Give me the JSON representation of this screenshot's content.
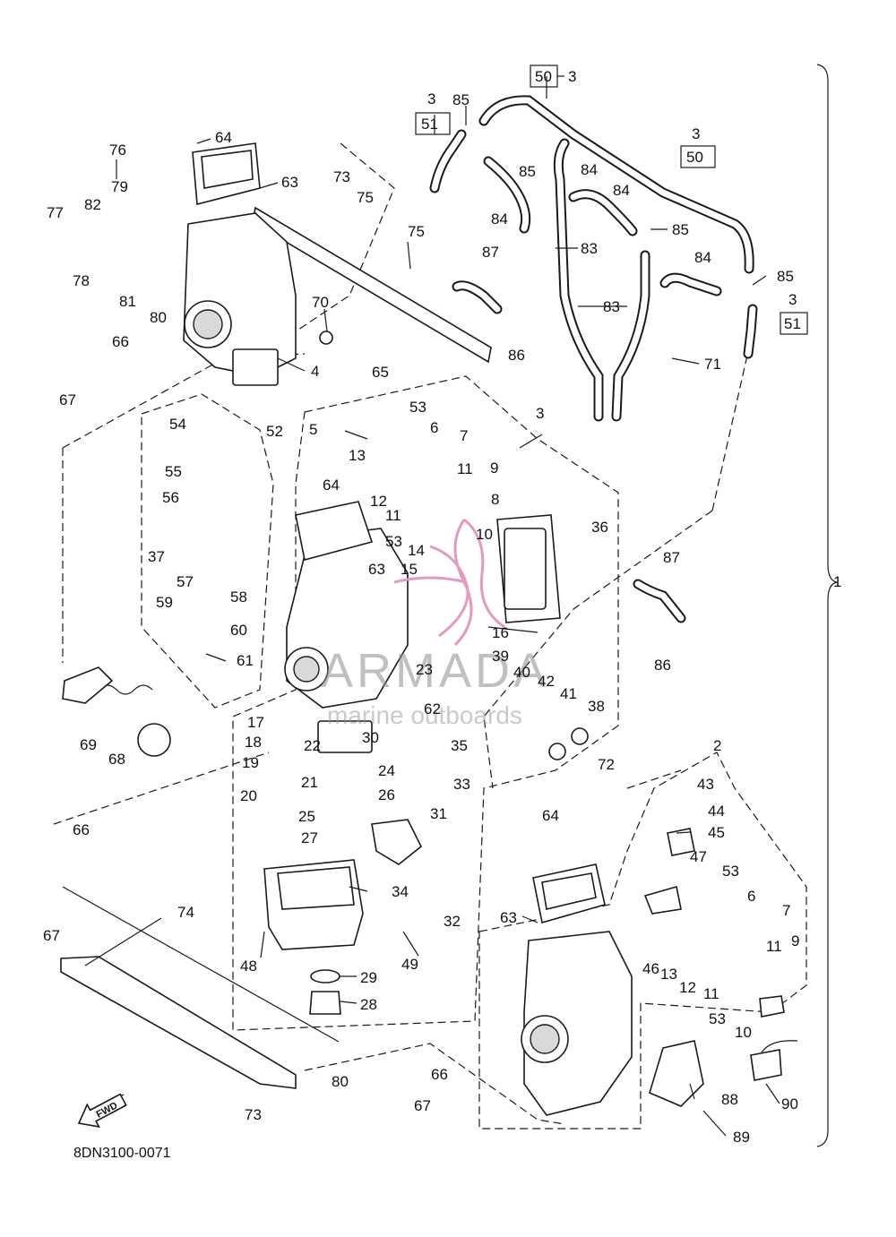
{
  "diagram_code": "8DN3100-0071",
  "fwd_label": "FWD",
  "watermark": {
    "brand": "ARMADA",
    "tagline": "marine outboards",
    "logo_color": "#e39ac0"
  },
  "callouts": {
    "c1": "1",
    "c2": "2",
    "c3a": "3",
    "c4": "4",
    "c5": "5",
    "c6a": "6",
    "c6b": "6",
    "c7a": "7",
    "c7b": "7",
    "c8": "8",
    "c9a": "9",
    "c9b": "9",
    "c10a": "10",
    "c10b": "10",
    "c11a": "11",
    "c11b": "11",
    "c11c": "11",
    "c11d": "11",
    "c12a": "12",
    "c12b": "12",
    "c13a": "13",
    "c13b": "13",
    "c14": "14",
    "c15": "15",
    "c16": "16",
    "c17": "17",
    "c18": "18",
    "c19": "19",
    "c20": "20",
    "c21": "21",
    "c22": "22",
    "c23": "23",
    "c24": "24",
    "c25": "25",
    "c26": "26",
    "c27": "27",
    "c28": "28",
    "c29": "29",
    "c30": "30",
    "c31": "31",
    "c32": "32",
    "c33": "33",
    "c34": "34",
    "c35": "35",
    "c36": "36",
    "c37": "37",
    "c38": "38",
    "c39": "39",
    "c40": "40",
    "c41": "41",
    "c42": "42",
    "c43": "43",
    "c44": "44",
    "c45": "45",
    "c46": "46",
    "c47": "47",
    "c48": "48",
    "c49": "49",
    "c50a": "50",
    "c50b": "50",
    "c51a": "51",
    "c51b": "51",
    "c52": "52",
    "c53a": "53",
    "c53b": "53",
    "c53c": "53",
    "c53d": "53",
    "c54": "54",
    "c55": "55",
    "c56": "56",
    "c57": "57",
    "c58": "58",
    "c59": "59",
    "c60": "60",
    "c61": "61",
    "c62": "62",
    "c63a": "63",
    "c63b": "63",
    "c63c": "63",
    "c64a": "64",
    "c64b": "64",
    "c64c": "64",
    "c65": "65",
    "c66a": "66",
    "c66b": "66",
    "c66c": "66",
    "c67a": "67",
    "c67b": "67",
    "c67c": "67",
    "c68": "68",
    "c69": "69",
    "c70": "70",
    "c71": "71",
    "c72": "72",
    "c73a": "73",
    "c73b": "73",
    "c74": "74",
    "c75a": "75",
    "c75b": "75",
    "c76": "76",
    "c77": "77",
    "c78": "78",
    "c79": "79",
    "c80a": "80",
    "c80b": "80",
    "c81": "81",
    "c82": "82",
    "c83a": "83",
    "c83b": "83",
    "c84a": "84",
    "c84b": "84",
    "c84c": "84",
    "c84d": "84",
    "c85a": "85",
    "c85b": "85",
    "c85c": "85",
    "c85d": "85",
    "c86a": "86",
    "c86b": "86",
    "c87a": "87",
    "c87b": "87",
    "c88": "88",
    "c89": "89",
    "c90": "90",
    "r3a": "3",
    "r3b": "3",
    "r3c": "3",
    "r3d": "3"
  }
}
